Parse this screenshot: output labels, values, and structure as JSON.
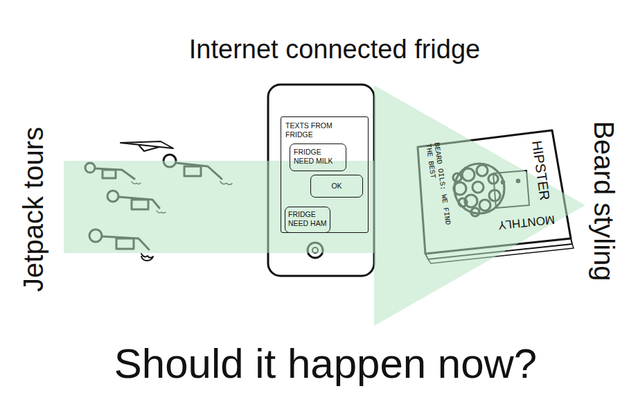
{
  "diagram": {
    "caption": "Should it happen now?",
    "nodes": [
      {
        "text": [
          "TEXTS FROM FRIDGE"
        ]
      },
      {
        "text": [
          "FRIDGE NEED MILK"
        ],
        "in": 0
      },
      {
        "text": [
          "OK"
        ],
        "in": 0
      },
      {
        "text": [
          "FRIDGE NEED HAM"
        ],
        "in": 0
      }
    ],
    "labels": [
      "Internet connected fridge",
      "Jetpack tours",
      "Beard styling",
      "HIPSTER",
      "MONTHLY",
      "BEARD OILS: WE FIND THE BEST"
    ]
  }
}
